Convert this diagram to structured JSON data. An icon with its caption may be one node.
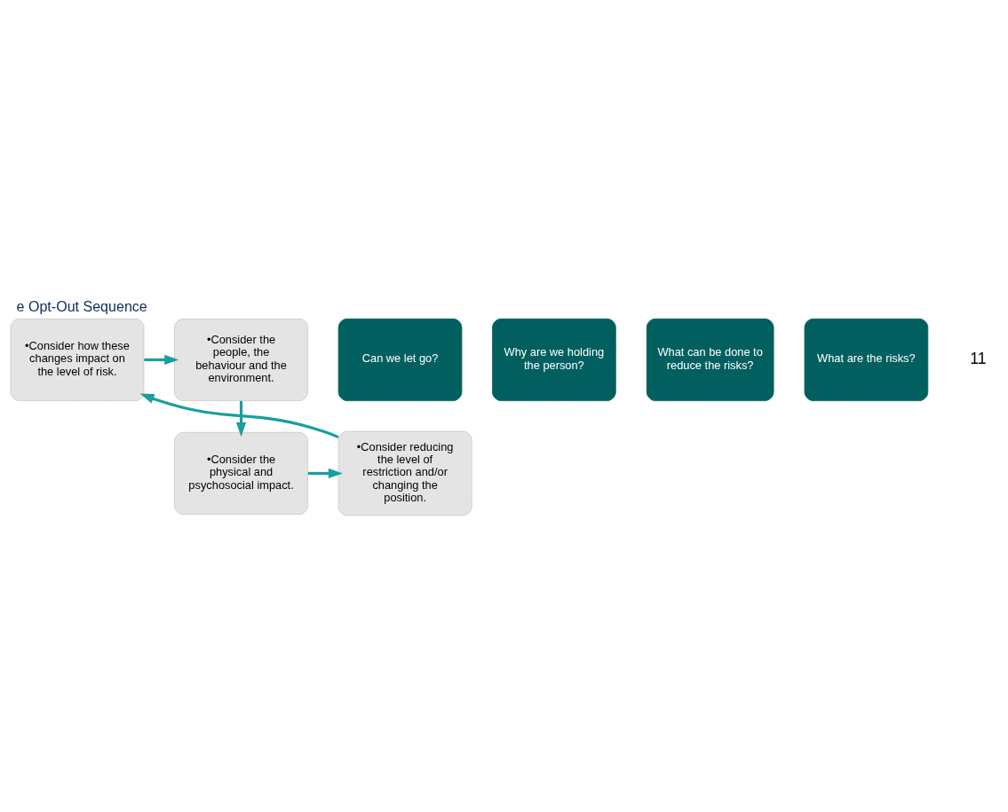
{
  "diagram": {
    "title": "e Opt-Out Sequence",
    "nodes": [
      {
        "text": [
          "•Consider how these changes impact on the level of risk."
        ]
      },
      {
        "text": [
          "•Consider the people, the behaviour and the environment."
        ]
      },
      {
        "text": [
          "Can we let go?"
        ]
      },
      {
        "text": [
          "Why are we holding the person?"
        ]
      },
      {
        "text": [
          "What can be done to reduce the risks?"
        ]
      },
      {
        "text": [
          "What are the risks?"
        ]
      },
      {
        "text": [
          "•Consider reducing the level of restriction and/or changing the position."
        ]
      },
      {
        "text": [
          "•Consider the physical and psychosocial impact."
        ]
      }
    ],
    "edges": [
      {
        "from": 0,
        "to": 1,
        "arrow": "to"
      },
      {
        "from": 1,
        "to": 7,
        "arrow": "to"
      },
      {
        "from": 7,
        "to": 6,
        "arrow": "to"
      },
      {
        "from": 6,
        "to": 0,
        "arrow": "to"
      }
    ],
    "labels": [
      "11"
    ]
  }
}
